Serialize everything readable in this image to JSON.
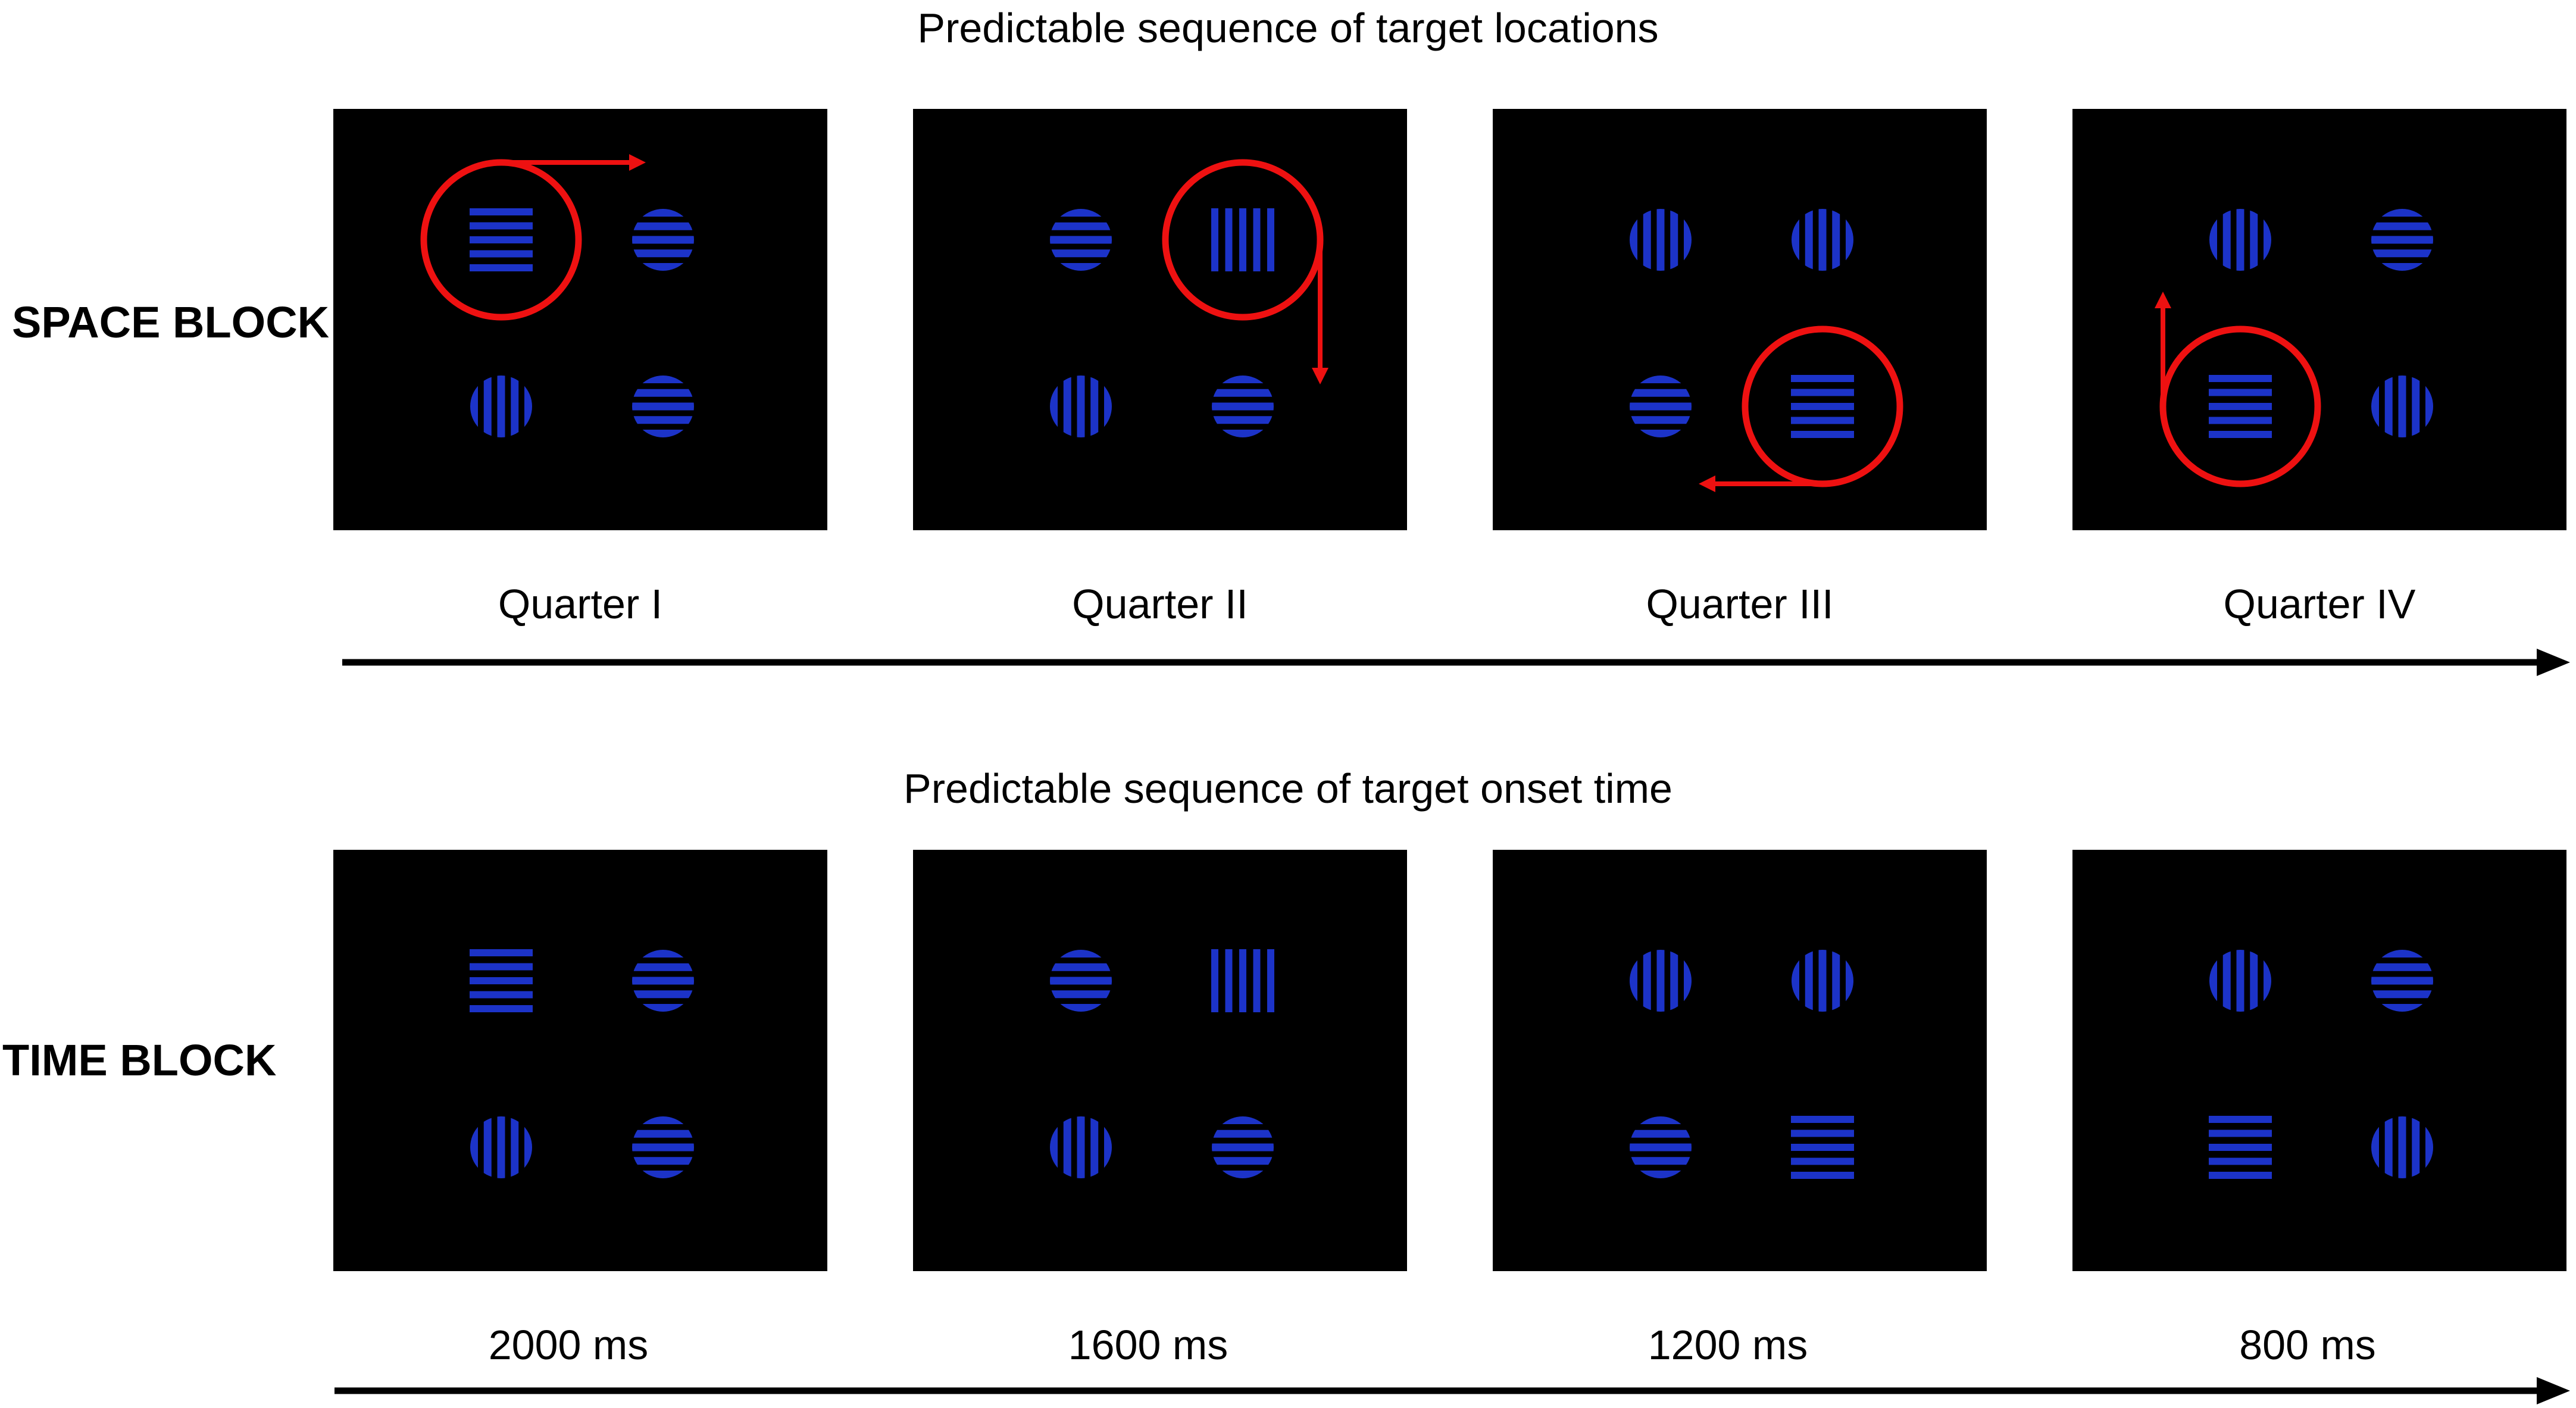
{
  "space_block": {
    "title": "Predictable sequence of target locations",
    "row_label": "SPACE BLOCK",
    "panels": [
      {
        "caption": "Quarter I",
        "target_quarter": "top-left",
        "arrow": "right",
        "stimuli": {
          "top-left": "horizontal-square",
          "top-right": "horizontal-circle",
          "bottom-left": "vertical-circle",
          "bottom-right": "horizontal-circle"
        }
      },
      {
        "caption": "Quarter II",
        "target_quarter": "top-right",
        "arrow": "down",
        "stimuli": {
          "top-left": "horizontal-circle",
          "top-right": "vertical-square",
          "bottom-left": "vertical-circle",
          "bottom-right": "horizontal-circle"
        }
      },
      {
        "caption": "Quarter III",
        "target_quarter": "bottom-right",
        "arrow": "left",
        "stimuli": {
          "top-left": "vertical-circle",
          "top-right": "vertical-circle",
          "bottom-left": "horizontal-circle",
          "bottom-right": "horizontal-square"
        }
      },
      {
        "caption": "Quarter IV",
        "target_quarter": "bottom-left",
        "arrow": "up",
        "stimuli": {
          "top-left": "vertical-circle",
          "top-right": "horizontal-circle",
          "bottom-left": "horizontal-square",
          "bottom-right": "vertical-circle"
        }
      }
    ]
  },
  "time_block": {
    "title": "Predictable sequence of target onset time",
    "row_label": "TIME BLOCK",
    "panels": [
      {
        "caption": "2000 ms",
        "stimuli": {
          "top-left": "horizontal-square",
          "top-right": "horizontal-circle",
          "bottom-left": "vertical-circle",
          "bottom-right": "horizontal-circle"
        }
      },
      {
        "caption": "1600 ms",
        "stimuli": {
          "top-left": "horizontal-circle",
          "top-right": "vertical-square",
          "bottom-left": "vertical-circle",
          "bottom-right": "horizontal-circle"
        }
      },
      {
        "caption": "1200 ms",
        "stimuli": {
          "top-left": "vertical-circle",
          "top-right": "vertical-circle",
          "bottom-left": "horizontal-circle",
          "bottom-right": "horizontal-square"
        }
      },
      {
        "caption": "800 ms",
        "stimuli": {
          "top-left": "vertical-circle",
          "top-right": "horizontal-circle",
          "bottom-left": "horizontal-square",
          "bottom-right": "vertical-circle"
        }
      }
    ]
  },
  "colors": {
    "panel_background": "#000000",
    "stimulus": "#1c33c8",
    "target_highlight": "#ee1111",
    "axis": "#000000"
  }
}
